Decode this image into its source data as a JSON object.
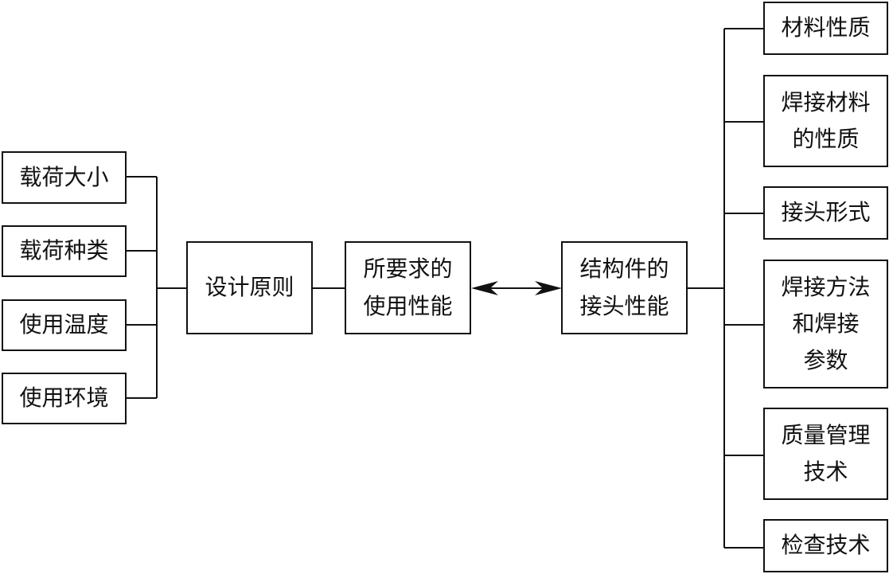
{
  "left_inputs": [
    [
      "载荷大小"
    ],
    [
      "载荷种类"
    ],
    [
      "使用温度"
    ],
    [
      "使用环境"
    ]
  ],
  "center_nodes": {
    "design_principle": [
      "设计原则"
    ],
    "required_performance": [
      "所要求的",
      "使用性能"
    ],
    "joint_performance": [
      "结构件的",
      "接头性能"
    ]
  },
  "right_factors": [
    [
      "材料性质"
    ],
    [
      "焊接材料",
      "的性质"
    ],
    [
      "接头形式"
    ],
    [
      "焊接方法",
      "和焊接",
      "参数"
    ],
    [
      "质量管理",
      "技术"
    ],
    [
      "检查技术"
    ]
  ]
}
